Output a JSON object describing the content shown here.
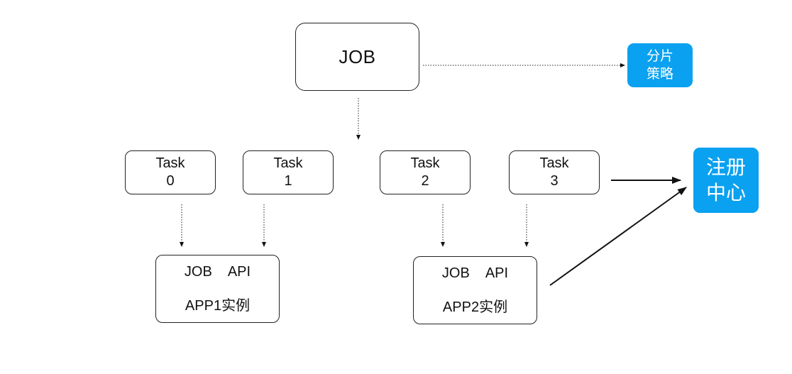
{
  "job": {
    "label": "JOB"
  },
  "shard_strategy": {
    "line1": "分片",
    "line2": "策略"
  },
  "registry": {
    "line1": "注册",
    "line2": "中心"
  },
  "tasks": [
    {
      "line1": "Task",
      "line2": "0"
    },
    {
      "line1": "Task",
      "line2": "1"
    },
    {
      "line1": "Task",
      "line2": "2"
    },
    {
      "line1": "Task",
      "line2": "3"
    }
  ],
  "apps": [
    {
      "api_label": "JOB  API",
      "instance_label": "APP1实例"
    },
    {
      "api_label": "JOB  API",
      "instance_label": "APP2实例"
    }
  ],
  "colors": {
    "accent": "#0aa1f0",
    "stroke": "#222222"
  }
}
